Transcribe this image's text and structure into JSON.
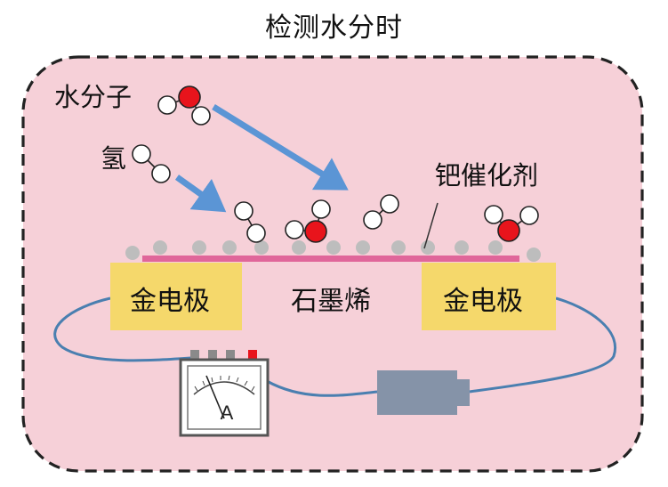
{
  "title": "检测水分时",
  "labels": {
    "water_molecule": "水分子",
    "hydrogen": "氢",
    "palladium_catalyst": "钯催化剂",
    "graphene": "石墨烯",
    "electrode_left": "金电极",
    "electrode_right": "金电极",
    "ammeter": "A"
  },
  "colors": {
    "chamber_fill": "#f6d0d8",
    "chamber_border": "#222222",
    "electrode": "#f5d86b",
    "graphene_strip": "#e0669a",
    "catalyst_bead": "#bdbdbd",
    "oxygen_atom": "#e8141c",
    "hydrogen_atom": "#ffffff",
    "arrow": "#5b95d5",
    "wire": "#4a7fb0",
    "battery": "#8593a8"
  },
  "icons": {
    "water": "water-molecule-icon",
    "h2": "hydrogen-molecule-icon",
    "meter": "ammeter-icon",
    "battery": "battery-icon"
  }
}
